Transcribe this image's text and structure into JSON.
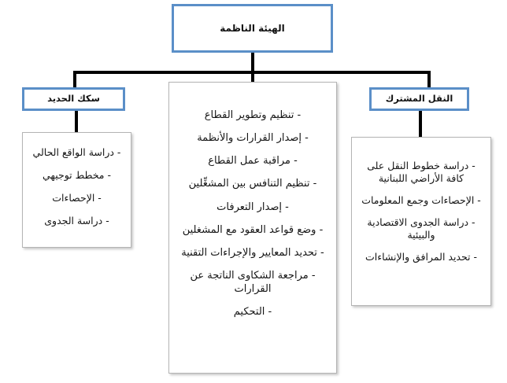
{
  "diagram": {
    "title_box": {
      "label": "الهيئة الناظمة"
    },
    "branches": [
      {
        "id": "railways",
        "header": "سكك الحديد",
        "tasks": [
          "- دراسة الواقع الحالي",
          "- مخطط توجيهي",
          "- الإحصاءات",
          "- دراسة الجدوى"
        ]
      },
      {
        "id": "regulator-tasks",
        "header": "",
        "tasks": [
          "- تنظيم وتطوير القطاع",
          "- إصدار القرارات والأنظمة",
          "- مراقبة عمل القطاع",
          "- تنظيم التنافس بين المشغِّلين",
          "- إصدار التعرفات",
          "- وضع قواعد العقود مع المشغلين",
          "- تحديد المعايير والإجراءات التقنية",
          "- مراجعة الشكاوى الناتجة عن القرارات",
          "- التحكيم"
        ]
      },
      {
        "id": "public-transport",
        "header": "النقل المشترك",
        "tasks": [
          "- دراسة خطوط النقل على كافة الأراضي اللبنانية",
          "- الإحصاءات وجمع المعلومات",
          "- دراسة الجدوى الاقتصادية والبيئية",
          "- تحديد المرافق والإنشاءات"
        ]
      }
    ],
    "colors": {
      "header_border": "#5B8FC8",
      "content_border": "#B4B4B4",
      "connector": "#000000",
      "text": "#151515",
      "background": "#FFFFFF"
    }
  }
}
